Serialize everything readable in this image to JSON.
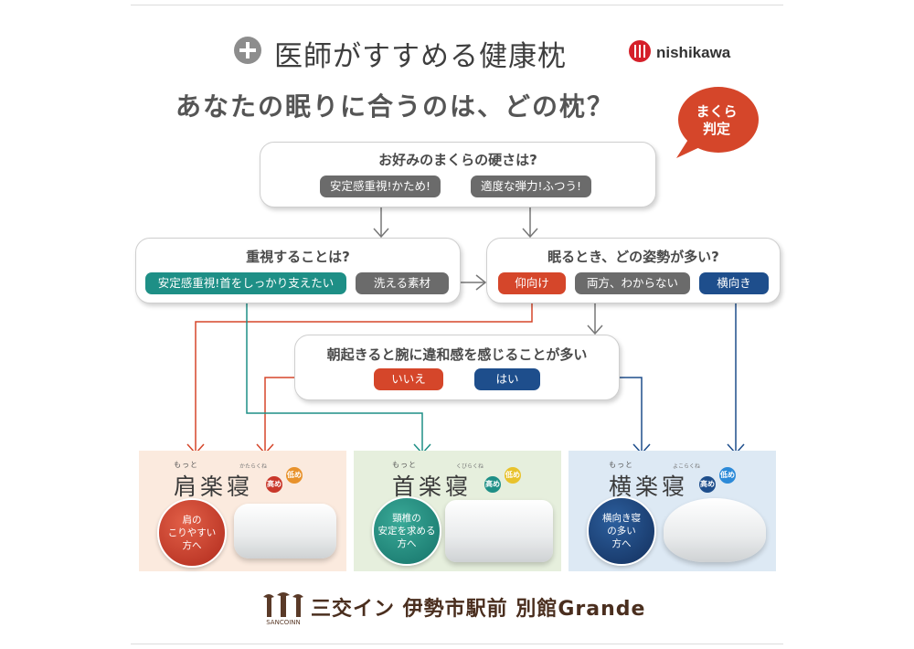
{
  "header": {
    "title": "医師がすすめる健康枕",
    "brand": "nishikawa",
    "subtitle": "あなたの眠りに合うのは、どの枕？",
    "judge_badge": "まくら\n判定"
  },
  "questions": {
    "q1": {
      "text": "お好みのまくらの硬さは?",
      "options": [
        "安定感重視!かため!",
        "適度な弾力!ふつう!"
      ]
    },
    "q2": {
      "text": "重視することは?",
      "options": [
        "安定感重視!首をしっかり支えたい",
        "洗える素材"
      ]
    },
    "q3": {
      "text": "眠るとき、どの姿勢が多い?",
      "options": [
        "仰向け",
        "両方、わからない",
        "横向き"
      ]
    },
    "q4": {
      "text": "朝起きると腕に違和感を感じることが多い",
      "options": [
        "いいえ",
        "はい"
      ]
    }
  },
  "products": [
    {
      "name": "肩楽寝",
      "ruby": "もっと",
      "small_ruby": "かたらくね",
      "badge_high": "高め",
      "badge_low": "低め",
      "description": "肩の\nこりやすい\n方へ"
    },
    {
      "name": "首楽寝",
      "ruby": "もっと",
      "small_ruby": "くびらくね",
      "badge_high": "高め",
      "badge_low": "低め",
      "description": "頸椎の\n安定を求める\n方へ"
    },
    {
      "name": "横楽寝",
      "ruby": "もっと",
      "small_ruby": "よこらくね",
      "badge_high": "高め",
      "badge_low": "低め",
      "description": "横向き寝\nの多い\n方へ"
    }
  ],
  "footer": {
    "hotel_name": "三交イン 伊勢市駅前 別館Grande",
    "logo_text": "SANCOINN"
  },
  "colors": {
    "teal": "#1e8f86",
    "red": "#d5462a",
    "blue": "#1e4e8c",
    "gray": "#6b6b6b",
    "brand_red": "#d5202a"
  }
}
